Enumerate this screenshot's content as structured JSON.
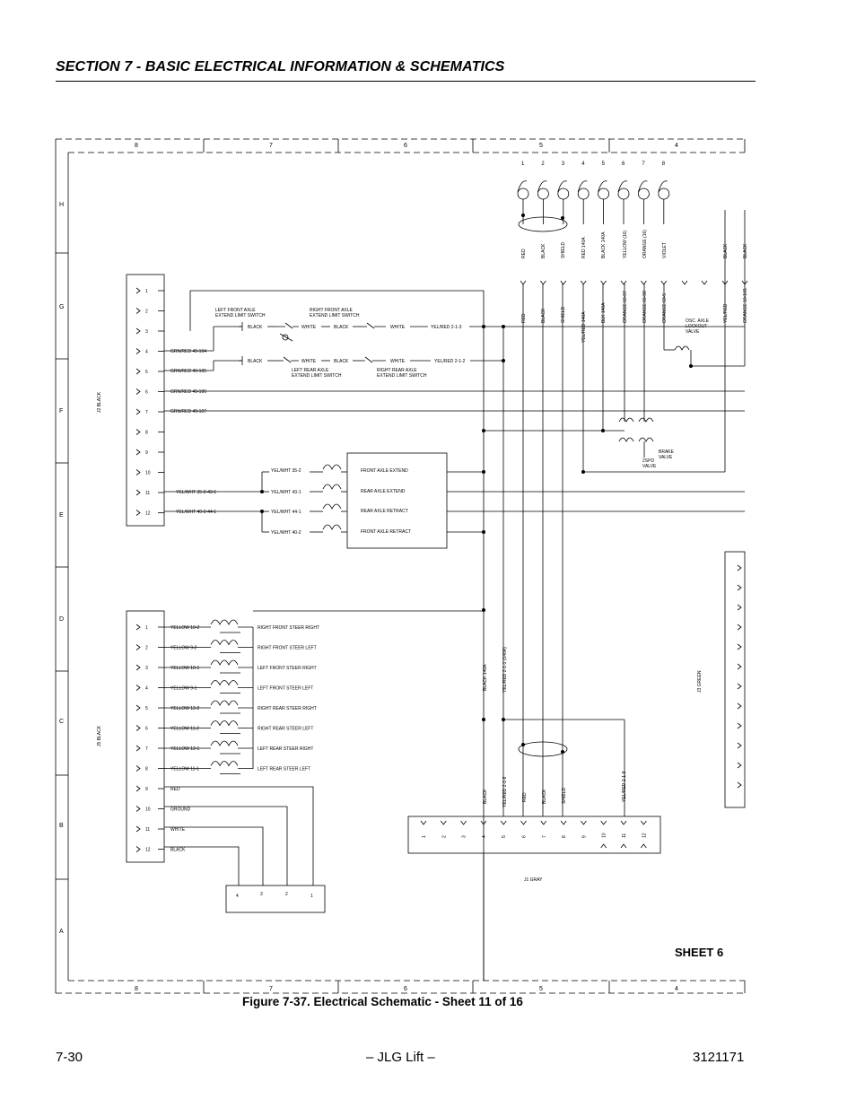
{
  "header": {
    "section_title": "SECTION 7 - BASIC ELECTRICAL INFORMATION & SCHEMATICS"
  },
  "caption": "Figure 7-37.  Electrical Schematic - Sheet 11 of 16",
  "footer": {
    "page_number": "7-30",
    "center": "– JLG Lift –",
    "doc_number": "3121171"
  },
  "schematic": {
    "sheet_label": "SHEET 6",
    "zone_columns": [
      "8",
      "7",
      "6",
      "5",
      "4"
    ],
    "zone_rows": [
      "H",
      "G",
      "F",
      "E",
      "D",
      "C",
      "B",
      "A"
    ],
    "top_pin_numbers": [
      "1",
      "2",
      "3",
      "4",
      "5",
      "6",
      "7",
      "8"
    ],
    "top_wire_labels": [
      "RED",
      "BLACK",
      "SHIELD",
      "RED 140A",
      "BLACK 140A",
      "YELLOW (16)",
      "ORANGE (16)",
      "VIOLET",
      "BLACK",
      "BLACK"
    ],
    "top_pin_labels": [
      "RED",
      "BLACK",
      "SHIELD",
      "YEL/RED 140A",
      "BLK 140A",
      "ORANGE 66-97",
      "ORANGE 66-98",
      "ORANGE 60-5",
      "YEL/RED",
      "ORANGE 10-105"
    ],
    "j2": {
      "label": "J2 BLACK",
      "pins": [
        "1",
        "2",
        "3",
        "4",
        "5",
        "6",
        "7",
        "8",
        "9",
        "10",
        "11",
        "12"
      ],
      "wires": {
        "4": "GRN/RED 49-104",
        "5": "GRN/RED 49-105",
        "6": "GRN/RED 49-106",
        "7": "GRN/RED 49-107",
        "11": "YEL/WHT 35-2-43-1",
        "12": "YEL/WHT 40-2-44-1"
      }
    },
    "switches": {
      "lf_label": "LEFT FRONT AXLE\nEXTEND LIMIT SWITCH",
      "rf_label": "RIGHT FRONT AXLE\nEXTEND LIMIT SWITCH",
      "lr_label": "LEFT REAR AXLE\nEXTEND LIMIT SWITCH",
      "rr_label": "RIGHT REAR AXLE\nEXTEND LIMIT SWITCH",
      "black": "BLACK",
      "white": "WHITE",
      "yelred_a": "YEL/RED 2-1-3",
      "yelred_b": "YEL/RED 2-1-2"
    },
    "axle_box": {
      "wires": [
        "YEL/WHT 35-2",
        "YEL/WHT 43-1",
        "YEL/WHT 44-1",
        "YEL/WHT 40-2"
      ],
      "labels": [
        "FRONT AXLE EXTEND",
        "REAR AXLE EXTEND",
        "REAR AXLE RETRACT",
        "FRONT AXLE RETRACT"
      ]
    },
    "valves": {
      "lockout": "OSC. AXLE\nLOCKOUT\nVALVE",
      "brake": "BRAKE\nVALVE",
      "spd": "2SPD\nVALVE"
    },
    "j5": {
      "label": "J5 BLACK",
      "pins": [
        "1",
        "2",
        "3",
        "4",
        "5",
        "6",
        "7",
        "8",
        "9",
        "10",
        "11",
        "12"
      ],
      "wires": [
        "YELLOW 10-2",
        "YELLOW 9-2",
        "YELLOW 10-1",
        "YELLOW 9-1",
        "YELLOW 12-2",
        "YELLOW 11-2",
        "YELLOW 12-1",
        "YELLOW 11-1",
        "RED",
        "GROUND",
        "WHITE",
        "BLACK"
      ],
      "steer_labels": [
        "RIGHT FRONT STEER RIGHT",
        "RIGHT FRONT STEER LEFT",
        "LEFT FRONT STEER RIGHT",
        "LEFT FRONT STEER LEFT",
        "RIGHT REAR STEER RIGHT",
        "RIGHT REAR STEER LEFT",
        "LEFT REAR STEER RIGHT",
        "LEFT REAR STEER LEFT"
      ]
    },
    "small_conn_pins": [
      "4",
      "3",
      "2",
      "1"
    ],
    "j1": {
      "label": "J1 GRAY",
      "pins": [
        "1",
        "2",
        "3",
        "4",
        "5",
        "6",
        "7",
        "8",
        "9",
        "10",
        "11",
        "12"
      ],
      "wire_labels": [
        "BLACK",
        "YEL/RED 2-1-6",
        "RED",
        "BLACK",
        "SHIELD",
        "YEL/RED 2-1-8"
      ]
    },
    "vertical_labels": {
      "black140a": "BLACK 140A",
      "yelred": "YEL/RED 2-1-1 (140A)"
    },
    "j3": {
      "label": "J3 GREEN"
    }
  }
}
